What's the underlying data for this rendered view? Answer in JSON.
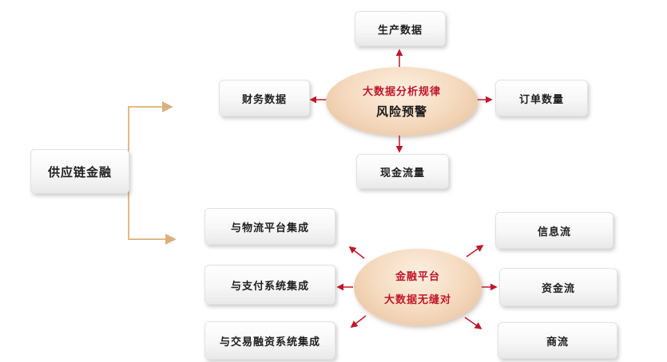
{
  "root": {
    "label": "供应链金融"
  },
  "top_cluster": {
    "center_line1": "大数据分析规律",
    "center_line2": "风险预警",
    "nodes": {
      "top": "生产数据",
      "left": "财务数据",
      "right": "订单数量",
      "bottom": "现金流量"
    }
  },
  "bottom_cluster": {
    "center_line1": "金融平台",
    "center_line2": "大数据无缝对",
    "left_nodes": [
      "与物流平台集成",
      "与支付系统集成",
      "与交易融资系统集成"
    ],
    "right_nodes": [
      "信息流",
      "资金流",
      "商流"
    ]
  },
  "colors": {
    "connector": "#e0b98a",
    "arrow": "#c0182b",
    "ellipse": "#f4d8bc",
    "accent_text": "#c0182b"
  }
}
